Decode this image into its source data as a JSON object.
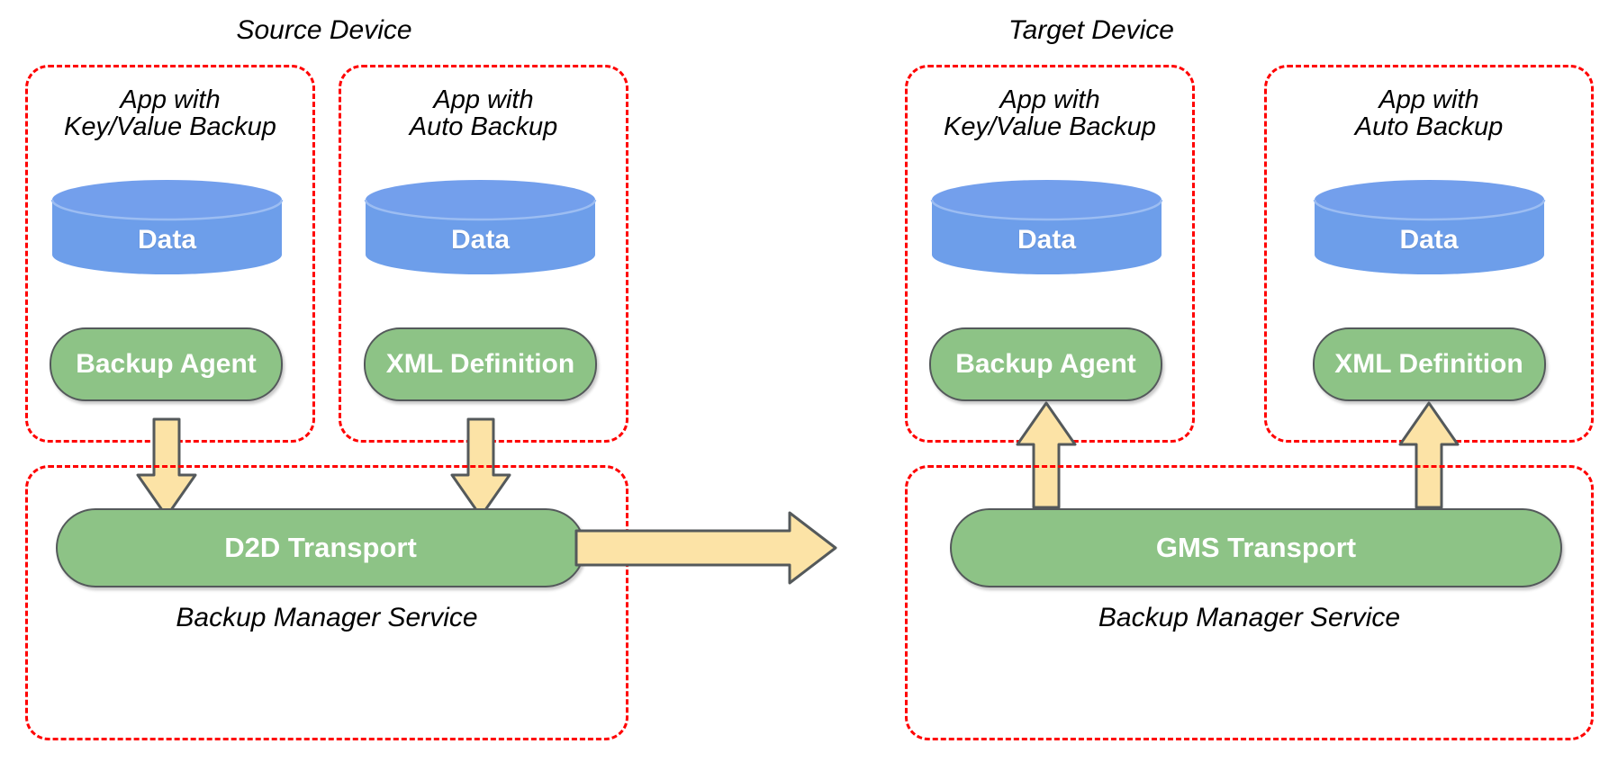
{
  "diagram": {
    "title_source": "Source Device",
    "title_target": "Target Device",
    "colors": {
      "dashed_border": "#FF0000",
      "cylinder_fill": "#6D9EEA",
      "pill_fill": "#8DC386",
      "pill_stroke": "#54595B",
      "arrow_fill": "#FCE3A6",
      "arrow_stroke": "#54595B",
      "text_on_shape": "#FFFFFF",
      "background": "#FFFFFF"
    },
    "source_device": {
      "label": "Source Device",
      "apps": [
        {
          "title_line1": "App with",
          "title_line2": "Key/Value Backup",
          "data_label": "Data",
          "component_label": "Backup Agent",
          "arrow_direction": "down"
        },
        {
          "title_line1": "App with",
          "title_line2": "Auto Backup",
          "data_label": "Data",
          "component_label": "XML Definition",
          "arrow_direction": "down"
        }
      ],
      "service": {
        "transport_label": "D2D Transport",
        "service_label": "Backup Manager Service"
      }
    },
    "target_device": {
      "label": "Target Device",
      "apps": [
        {
          "title_line1": "App with",
          "title_line2": "Key/Value Backup",
          "data_label": "Data",
          "component_label": "Backup Agent",
          "arrow_direction": "up"
        },
        {
          "title_line1": "App with",
          "title_line2": "Auto Backup",
          "data_label": "Data",
          "component_label": "XML Definition",
          "arrow_direction": "up"
        }
      ],
      "service": {
        "transport_label": "GMS Transport",
        "service_label": "Backup Manager Service"
      }
    },
    "transfer_arrow": {
      "from": "D2D Transport",
      "to": "GMS Transport",
      "direction": "right",
      "label": ""
    }
  }
}
